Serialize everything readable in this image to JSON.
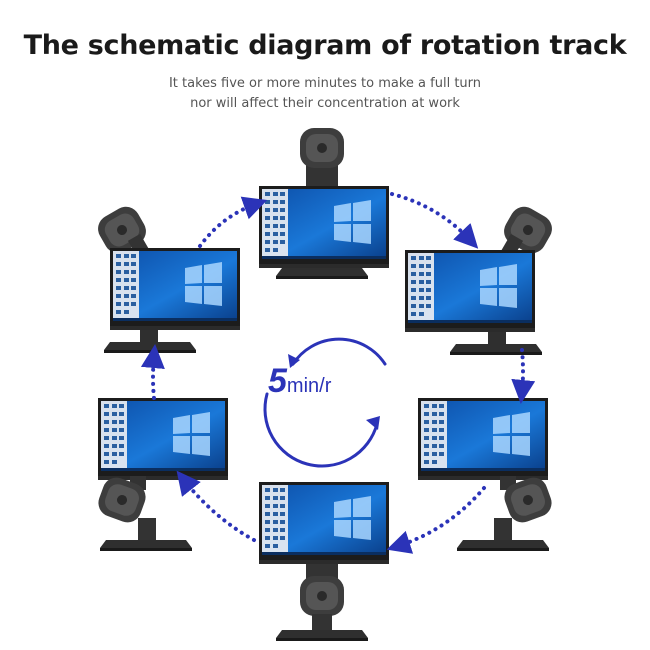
{
  "header": {
    "title": "The schematic diagram of rotation track",
    "subtitle_line1": "It takes five or more minutes to make a full turn",
    "subtitle_line2": "nor will affect their concentration at work"
  },
  "center_label": {
    "number": "5",
    "unit": "min/r"
  },
  "colors": {
    "arrow": "#2b33b8",
    "title": "#1a1a1a",
    "subtitle": "#555555",
    "screen_blue": "#1466c8",
    "monitor_frame": "#1c1c1c",
    "stand": "#3a3a3a"
  },
  "icons": [
    "dotted-arrow-icon",
    "circular-arrow-icon",
    "monitor-icon"
  ]
}
